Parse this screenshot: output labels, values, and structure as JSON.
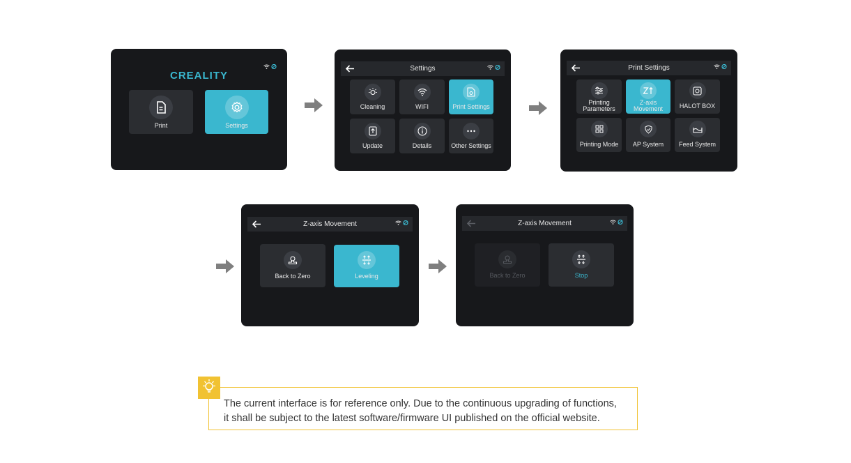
{
  "screen1": {
    "brand": "CREALITY",
    "tiles": [
      {
        "label": "Print",
        "icon": "document-icon"
      },
      {
        "label": "Settings",
        "icon": "gear-icon",
        "active": true
      }
    ]
  },
  "screen2": {
    "title": "Settings",
    "tiles": [
      {
        "label": "Cleaning",
        "icon": "bulb-icon"
      },
      {
        "label": "WIFI",
        "icon": "wifi-icon"
      },
      {
        "label": "Print Settings",
        "icon": "print-settings-icon",
        "active": true
      },
      {
        "label": "Update",
        "icon": "update-icon"
      },
      {
        "label": "Details",
        "icon": "info-icon"
      },
      {
        "label": "Other Settings",
        "icon": "more-icon"
      }
    ]
  },
  "screen3": {
    "title": "Print Settings",
    "tiles": [
      {
        "label_line1": "Printing",
        "label_line2": "Parameters",
        "icon": "sliders-icon"
      },
      {
        "label_line1": "Z-axis",
        "label_line2": "Movement",
        "icon": "z-axis-icon",
        "active": true
      },
      {
        "label": "HALOT BOX",
        "icon": "box-icon"
      },
      {
        "label": "Printing Mode",
        "icon": "grid-icon"
      },
      {
        "label": "AP System",
        "icon": "ap-icon"
      },
      {
        "label": "Feed System",
        "icon": "feed-icon"
      }
    ]
  },
  "screen4": {
    "title": "Z-axis Movement",
    "tiles": [
      {
        "label": "Back to Zero",
        "icon": "home-icon"
      },
      {
        "label": "Leveling",
        "icon": "leveling-icon",
        "active": true
      }
    ]
  },
  "screen5": {
    "title": "Z-axis Movement",
    "tiles": [
      {
        "label": "Back to Zero",
        "icon": "home-icon",
        "disabled": true
      },
      {
        "label": "Stop",
        "icon": "leveling-icon"
      }
    ]
  },
  "note": {
    "line1": "The current interface is for reference only. Due to the continuous upgrading of functions,",
    "line2": "it shall be subject to the latest software/firmware UI published on the official website."
  },
  "colors": {
    "accent": "#3ab7cf",
    "screen_bg": "#17181b",
    "tile_bg": "#2b2d31",
    "note_border": "#f1c232",
    "arrow": "#7f7f7f"
  }
}
